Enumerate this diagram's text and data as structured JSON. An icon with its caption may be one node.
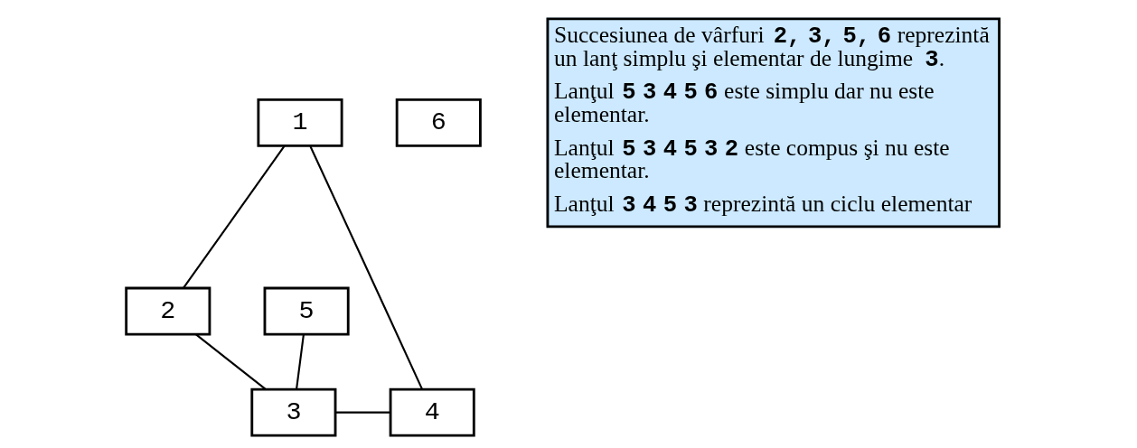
{
  "diagram": {
    "nodes": [
      {
        "text": [
          "1"
        ]
      },
      {
        "text": [
          "2"
        ]
      },
      {
        "text": [
          "3"
        ]
      },
      {
        "text": [
          "4"
        ]
      },
      {
        "text": [
          "5"
        ]
      },
      {
        "text": [
          "6"
        ]
      }
    ],
    "edges": [
      {
        "from": 0,
        "to": 1,
        "arrow": "none"
      },
      {
        "from": 0,
        "to": 3,
        "arrow": "none"
      },
      {
        "from": 1,
        "to": 2,
        "arrow": "none"
      },
      {
        "from": 2,
        "to": 3,
        "arrow": "none"
      },
      {
        "from": 2,
        "to": 4,
        "arrow": "none"
      }
    ],
    "labels": [
      "Succesiunea de vârfuri **2, 3, 5, 6** reprezintă un lanţ simplu şi elementar de lungime **3**.",
      "Lanţul **5 3 4 5 6** este simplu dar nu este elementar.",
      "Lanţul **5 3 4 5 3 2** este compus şi nu este elementar.",
      "Lanţul **3 4 5 3** reprezintă un ciclu elementar"
    ]
  }
}
